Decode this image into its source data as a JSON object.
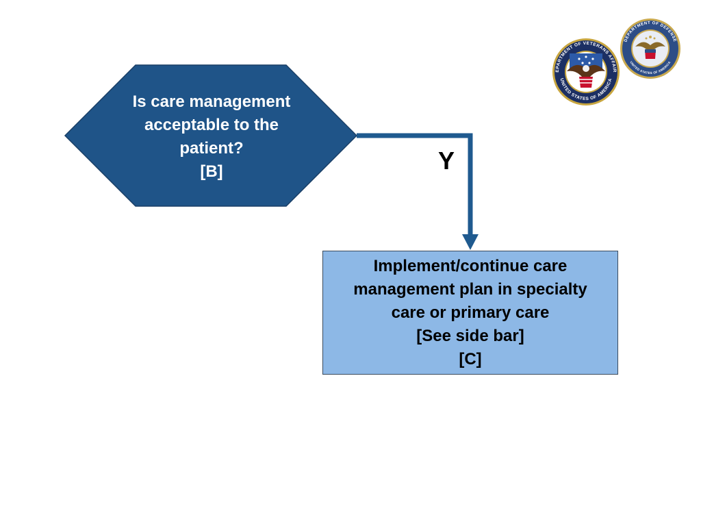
{
  "decision": {
    "line1": "Is care management",
    "line2": "acceptable to the",
    "line3": "patient?",
    "line4": "[B]"
  },
  "branch": {
    "label": "Y"
  },
  "process": {
    "line1": "Implement/continue care",
    "line2": "management plan in specialty",
    "line3": "care or primary care",
    "line4": "[See side bar]",
    "line5": "[C]"
  },
  "seals": {
    "va": {
      "name": "va-seal",
      "top_text": "DEPARTMENT OF VETERANS AFFAIRS",
      "bottom_text": "UNITED STATES OF AMERICA"
    },
    "dod": {
      "name": "dod-seal",
      "top_text": "DEPARTMENT OF DEFENSE",
      "bottom_text": "UNITED STATES OF AMERICA"
    }
  },
  "colors": {
    "decision_fill": "#1f5488",
    "process_fill": "#8db8e6",
    "connector": "#1f5a8f",
    "va_ring": "#c8a640",
    "va_navy": "#1c2f63",
    "dod_ring": "#c9a94f",
    "dod_blue": "#2d4d86"
  }
}
